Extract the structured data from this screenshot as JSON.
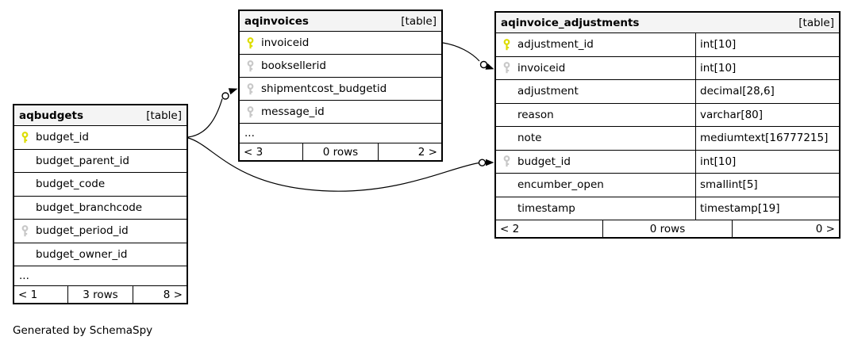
{
  "credit": "Generated by SchemaSpy",
  "colors": {
    "primary_key": "#dddd00",
    "foreign_key": "#c8c8c8",
    "header_bg": "#f4f4f4",
    "border": "#000000",
    "background": "#ffffff"
  },
  "tables": [
    {
      "name": "aqbudgets",
      "badge": "[table]",
      "columns": [
        {
          "name": "budget_id",
          "type": "",
          "key": "primary"
        },
        {
          "name": "budget_parent_id",
          "type": "",
          "key": "none"
        },
        {
          "name": "budget_code",
          "type": "",
          "key": "none"
        },
        {
          "name": "budget_branchcode",
          "type": "",
          "key": "none"
        },
        {
          "name": "budget_period_id",
          "type": "",
          "key": "index"
        },
        {
          "name": "budget_owner_id",
          "type": "",
          "key": "none"
        }
      ],
      "ellipsis": "...",
      "footer": {
        "left": "< 1",
        "center": "3 rows",
        "right": "8 >"
      }
    },
    {
      "name": "aqinvoices",
      "badge": "[table]",
      "columns": [
        {
          "name": "invoiceid",
          "type": "",
          "key": "primary"
        },
        {
          "name": "booksellerid",
          "type": "",
          "key": "index"
        },
        {
          "name": "shipmentcost_budgetid",
          "type": "",
          "key": "index"
        },
        {
          "name": "message_id",
          "type": "",
          "key": "index"
        }
      ],
      "ellipsis": "...",
      "footer": {
        "left": "< 3",
        "center": "0 rows",
        "right": "2 >"
      }
    },
    {
      "name": "aqinvoice_adjustments",
      "badge": "[table]",
      "columns": [
        {
          "name": "adjustment_id",
          "type": "int[10]",
          "key": "primary"
        },
        {
          "name": "invoiceid",
          "type": "int[10]",
          "key": "index"
        },
        {
          "name": "adjustment",
          "type": "decimal[28,6]",
          "key": "none"
        },
        {
          "name": "reason",
          "type": "varchar[80]",
          "key": "none"
        },
        {
          "name": "note",
          "type": "mediumtext[16777215]",
          "key": "none"
        },
        {
          "name": "budget_id",
          "type": "int[10]",
          "key": "index"
        },
        {
          "name": "encumber_open",
          "type": "smallint[5]",
          "key": "none"
        },
        {
          "name": "timestamp",
          "type": "timestamp[19]",
          "key": "none"
        }
      ],
      "ellipsis": null,
      "footer": {
        "left": "< 2",
        "center": "0 rows",
        "right": "0 >"
      }
    }
  ],
  "relationships": [
    {
      "from": "aqbudgets.budget_id",
      "to": "aqinvoices.shipmentcost_budgetid"
    },
    {
      "from": "aqbudgets.budget_id",
      "to": "aqinvoice_adjustments.budget_id"
    },
    {
      "from": "aqinvoices.invoiceid",
      "to": "aqinvoice_adjustments.invoiceid"
    }
  ]
}
